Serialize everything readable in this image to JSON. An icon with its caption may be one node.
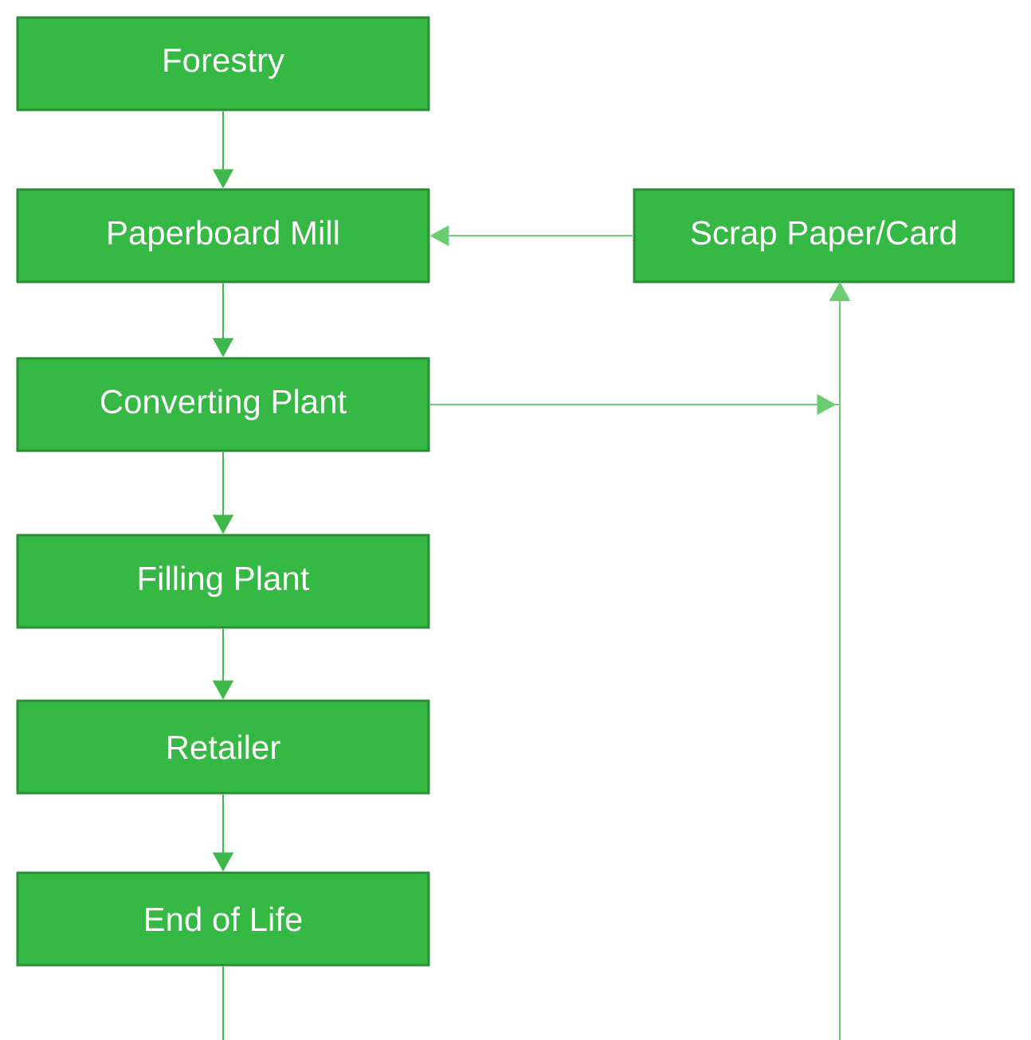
{
  "diagram": {
    "nodes": [
      {
        "text": [
          "Forestry"
        ]
      },
      {
        "text": [
          "Paperboard Mill"
        ]
      },
      {
        "text": [
          "Converting Plant"
        ]
      },
      {
        "text": [
          "Filling Plant"
        ]
      },
      {
        "text": [
          "Retailer"
        ]
      },
      {
        "text": [
          "End of Life"
        ]
      },
      {
        "text": [
          "Scrap Paper/Card"
        ]
      }
    ],
    "edges": [
      {
        "from": 0,
        "to": 1,
        "arrow": "to"
      },
      {
        "from": 1,
        "to": 2,
        "arrow": "to"
      },
      {
        "from": 2,
        "to": 3,
        "arrow": "to"
      },
      {
        "from": 3,
        "to": 4,
        "arrow": "to"
      },
      {
        "from": 4,
        "to": 5,
        "arrow": "to"
      },
      {
        "from": 6,
        "to": 1,
        "arrow": "to",
        "color": "#6acd72"
      },
      {
        "from": 2,
        "to": 6,
        "arrow": "to",
        "color": "#6acd72"
      },
      {
        "from": 5,
        "to": null,
        "arrow": "none"
      },
      {
        "from": null,
        "to": 6,
        "arrow": "to",
        "color": "#6acd72"
      }
    ]
  }
}
